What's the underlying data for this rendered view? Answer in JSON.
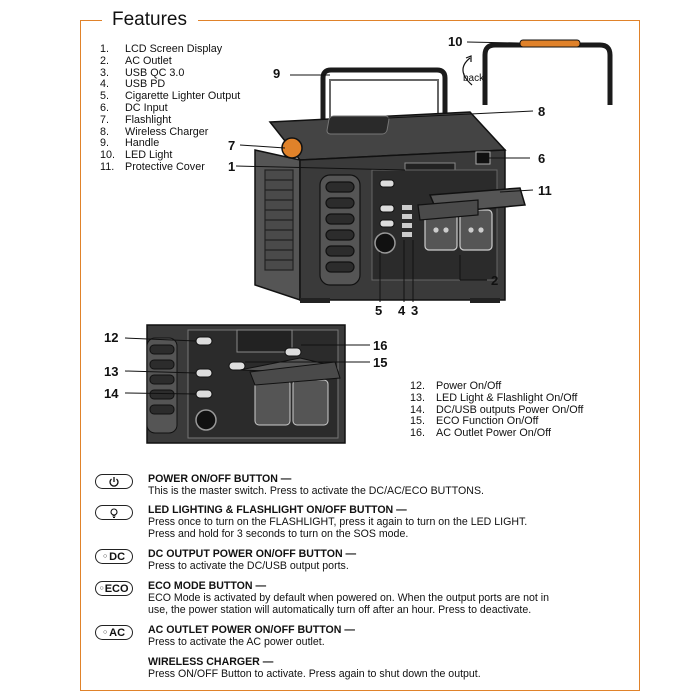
{
  "title": "Features",
  "features": [
    {
      "num": "1.",
      "label": "LCD Screen Display"
    },
    {
      "num": "2.",
      "label": "AC Outlet"
    },
    {
      "num": "3.",
      "label": "USB QC 3.0"
    },
    {
      "num": "4.",
      "label": "USB PD"
    },
    {
      "num": "5.",
      "label": "Cigarette Lighter Output"
    },
    {
      "num": "6.",
      "label": "DC Input"
    },
    {
      "num": "7.",
      "label": "Flashlight"
    },
    {
      "num": "8.",
      "label": "Wireless Charger"
    },
    {
      "num": "9.",
      "label": "Handle"
    },
    {
      "num": "10.",
      "label": "LED Light"
    },
    {
      "num": "11.",
      "label": "Protective Cover"
    }
  ],
  "back_label": "back",
  "callouts": {
    "c1": "1",
    "c2": "2",
    "c3": "3",
    "c4": "4",
    "c5": "5",
    "c6": "6",
    "c7": "7",
    "c8": "8",
    "c9": "9",
    "c10": "10",
    "c11": "11",
    "c12": "12",
    "c13": "13",
    "c14": "14",
    "c15": "15",
    "c16": "16"
  },
  "buttons_list": [
    {
      "num": "12.",
      "label": "Power On/Off"
    },
    {
      "num": "13.",
      "label": "LED Light & Flashlight On/Off"
    },
    {
      "num": "14.",
      "label": "DC/USB outputs Power On/Off"
    },
    {
      "num": "15.",
      "label": "ECO Function On/Off"
    },
    {
      "num": "16.",
      "label": "AC Outlet Power On/Off"
    }
  ],
  "descriptions": {
    "power": {
      "icon": "power-icon",
      "heading": "POWER ON/OFF BUTTON —",
      "lines": [
        "This is the master switch. Press to activate the DC/AC/ECO BUTTONS."
      ]
    },
    "led": {
      "icon": "bulb-icon",
      "heading": "LED LIGHTING & FLASHLIGHT ON/OFF BUTTON —",
      "lines": [
        "Press once to turn on the FLASHLIGHT, press it again to turn on the LED LIGHT.",
        "Press and hold for 3 seconds to turn on the SOS mode."
      ]
    },
    "dc": {
      "icon_label": "DC",
      "heading": "DC OUTPUT POWER ON/OFF BUTTON —",
      "lines": [
        "Press to activate the DC/USB output ports."
      ]
    },
    "eco": {
      "icon_label": "ECO",
      "heading": "ECO MODE BUTTON —",
      "lines": [
        "ECO Mode is activated by default when powered on. When the output ports are not in",
        "use, the power station will automatically turn off after an hour. Press to deactivate."
      ]
    },
    "ac": {
      "icon_label": "AC",
      "heading": "AC OUTLET POWER ON/OFF BUTTON —",
      "lines": [
        "Press to activate the AC power outlet."
      ]
    },
    "wireless": {
      "heading": "WIRELESS CHARGER —",
      "lines": [
        "Press ON/OFF Button to activate. Press again to shut down the output."
      ]
    }
  },
  "colors": {
    "accent": "#e0822a",
    "body": "#3a3a3a",
    "dark": "#1b1b1b"
  }
}
